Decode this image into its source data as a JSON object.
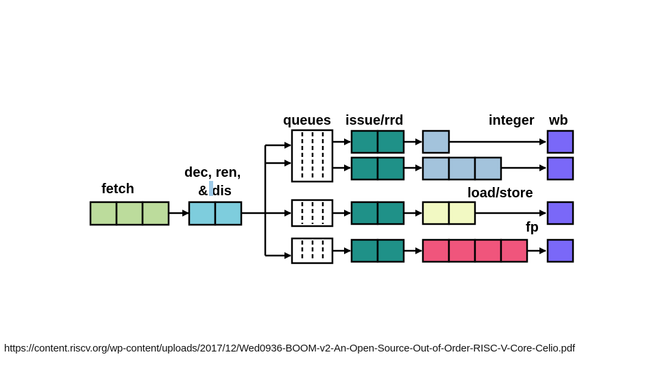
{
  "labels": {
    "fetch": "fetch",
    "dec_line1": "dec, ren,",
    "dec_line2": "& dis",
    "queues": "queues",
    "issue": "issue/rrd",
    "integer": "integer",
    "wb": "wb",
    "load_store": "load/store",
    "fp": "fp"
  },
  "source_url": "https://content.riscv.org/wp-content/uploads/2017/12/Wed0936-BOOM-v2-An-Open-Source-Out-of-Order-RISC-V-Core-Celio.pdf",
  "colors": {
    "fetch": "#bcdc9c",
    "decode": "#7ecddd",
    "issue": "#1f9188",
    "integer_alu": "#a3c3dc",
    "load_store": "#f2f9c3",
    "fp": "#f0557c",
    "writeback": "#7a68f8",
    "stroke": "#000000",
    "cursor_mark": "#9ec9e6"
  }
}
